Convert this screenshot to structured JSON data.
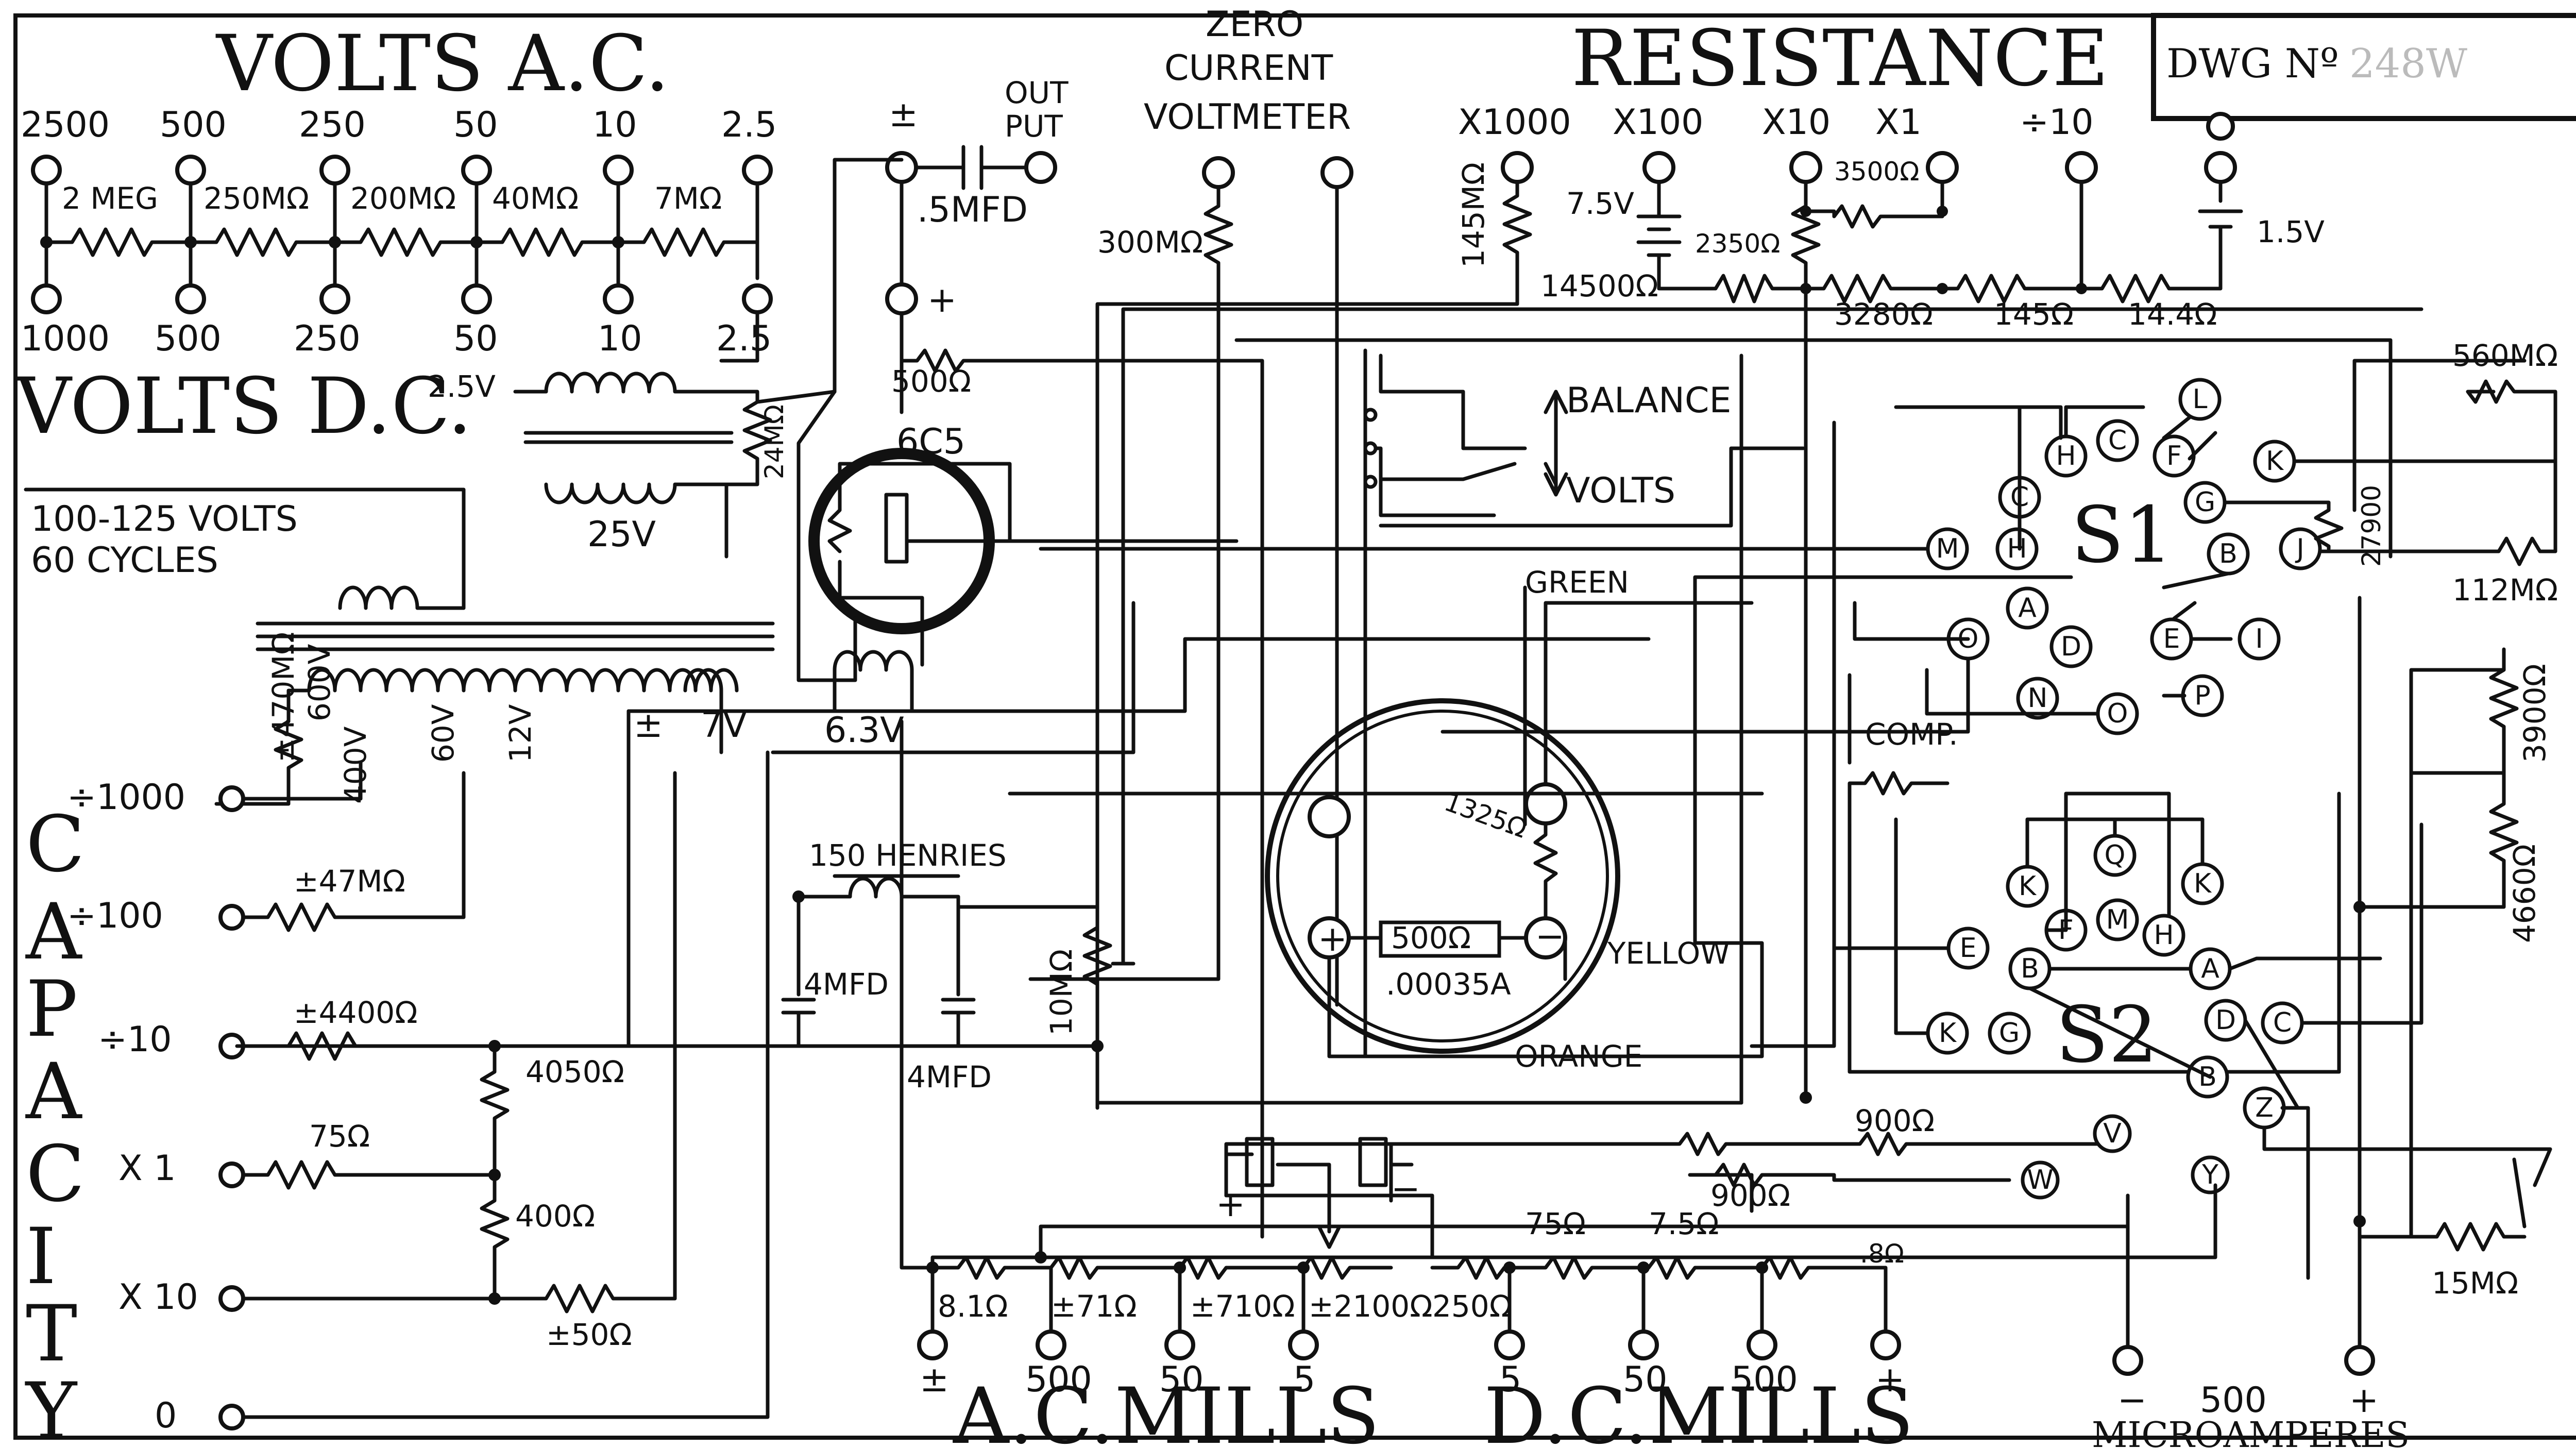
{
  "drawing": {
    "number_label": "DWG Nº",
    "number_value": "248W"
  },
  "titles": {
    "volts_ac": "VOLTS A.C.",
    "volts_dc": "VOLTS D.C.",
    "zero_current": "ZERO",
    "zero_current_2": "CURRENT",
    "zero_current_3": "VOLTMETER",
    "resistance": "RESISTANCE",
    "output": "OUT",
    "output_2": "PUT",
    "line_power": "100-125 VOLTS",
    "line_power_2": "60 CYCLES",
    "ac_mills": "A.C.MILLS",
    "dc_mills": "D.C.MILLS",
    "microamperes": "MICROAMPERES",
    "capacity_letters": [
      "C",
      "A",
      "P",
      "A",
      "C",
      "I",
      "T",
      "Y"
    ]
  },
  "ac_range_labels": [
    "2500",
    "500",
    "250",
    "50",
    "10",
    "2.5"
  ],
  "dc_range_labels": [
    "1000",
    "500",
    "250",
    "50",
    "10",
    "2.5"
  ],
  "ac_multipliers": [
    "2 MEG",
    "250MΩ",
    "200MΩ",
    "40MΩ",
    "7MΩ"
  ],
  "output_terminals": {
    "common": "±",
    "cap": ".5MFD"
  },
  "resistance_ranges": [
    "X1000",
    "X100",
    "X10",
    "X1",
    "÷10"
  ],
  "resistance_parts": {
    "r145m": "145MΩ",
    "battery_75": "7.5V",
    "battery_15": "1.5V",
    "r2350": "2350Ω",
    "r3500": "3500Ω",
    "r14500": "14500Ω",
    "r3280": "3280Ω",
    "r145": "145Ω",
    "r144": "14.4Ω",
    "r300m": "300MΩ",
    "plus_terminal": "+",
    "r500": "500Ω"
  },
  "transformer": {
    "tap_25": "2.5V",
    "sec_25": "25V",
    "r24m": "24MΩ",
    "primary_taps": [
      "±470MΩ",
      "600V",
      "400V",
      "60V",
      "12V",
      "±",
      "7V"
    ],
    "tube": "6C5",
    "heater": "6.3V"
  },
  "capacity_ranges": [
    {
      "label": "÷1000",
      "part": ""
    },
    {
      "label": "÷100",
      "part": "±47MΩ"
    },
    {
      "label": "÷10",
      "part": "±4400Ω"
    },
    {
      "label": "X 1",
      "part": "75Ω"
    },
    {
      "label": "X 10",
      "part": "±50Ω"
    },
    {
      "label": "0",
      "part": ""
    }
  ],
  "capacity_parts": {
    "r4050": "4050Ω",
    "r400": "400Ω"
  },
  "filter": {
    "choke": "150 HENRIES",
    "cap1": "4MFD",
    "cap2": "4MFD",
    "pot": "10MΩ"
  },
  "switch_panel": {
    "balance": "BALANCE",
    "volts": "VOLTS",
    "green": "GREEN",
    "yellow": "YELLOW",
    "orange": "ORANGE",
    "comp": "COMP.",
    "s1": "S1",
    "s2": "S2",
    "r560m": "560MΩ",
    "r27900": "27900",
    "r112m": "112MΩ",
    "r3900": "3900Ω",
    "r4660": "4660Ω",
    "r15m": "15MΩ"
  },
  "meter": {
    "r1325": "1325Ω",
    "shunt": "500Ω",
    "rating": ".00035A",
    "plus": "+",
    "minus": "−"
  },
  "s1_contacts": [
    "L",
    "C",
    "F",
    "K",
    "H",
    "C",
    "G",
    "M",
    "H",
    "B",
    "J",
    "A",
    "O",
    "D",
    "E",
    "I",
    "N",
    "O",
    "P"
  ],
  "s2_contacts": [
    "Q",
    "K",
    "K",
    "M",
    "F",
    "H",
    "E",
    "B",
    "A",
    "K",
    "G",
    "D",
    "C",
    "B",
    "Z"
  ],
  "mills_parts": {
    "r900a": "900Ω",
    "r900b": "900Ω",
    "r75": "75Ω",
    "r75b": "7.5Ω",
    "r8": ".8Ω",
    "r81": "8.1Ω",
    "r71": "±71Ω",
    "r710": "±710Ω",
    "r2100": "±2100Ω",
    "r250": "250Ω",
    "node_v": "V",
    "node_w": "W",
    "node_y": "Y"
  },
  "ac_mills_terminals": [
    "±",
    "500",
    "50",
    "5"
  ],
  "dc_mills_terminals": [
    "5",
    "50",
    "500",
    "+"
  ],
  "micro_terminals": [
    "−",
    "500",
    "+"
  ]
}
